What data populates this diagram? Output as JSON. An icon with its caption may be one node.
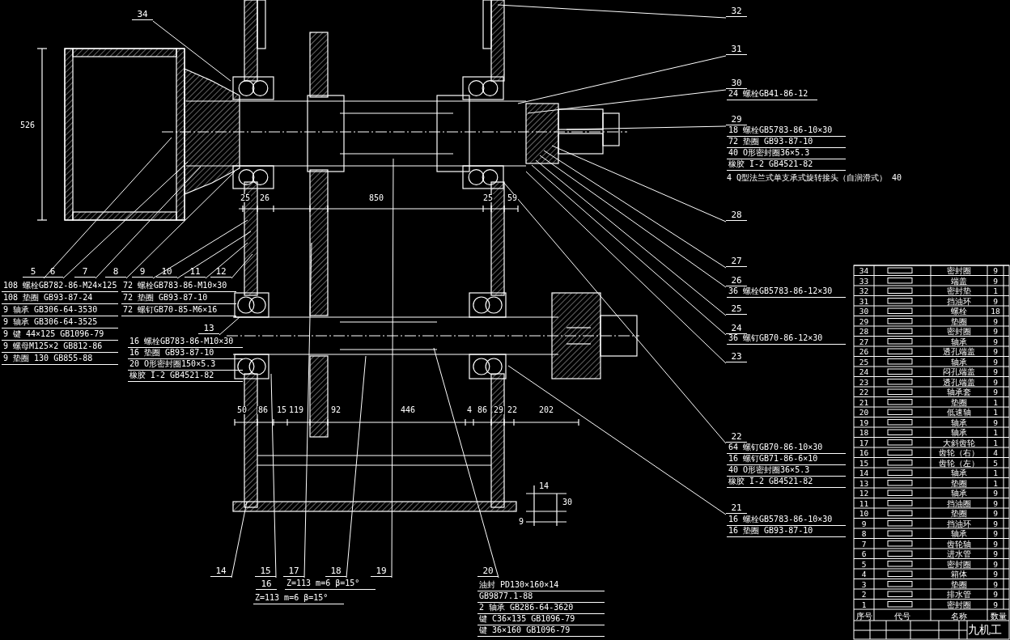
{
  "diagram": {
    "nodes": [
      {
        "text": [
          "34"
        ]
      },
      {
        "text": [
          "32"
        ]
      },
      {
        "text": [
          "31"
        ]
      },
      {
        "text": [
          "30"
        ]
      },
      {
        "text": [
          "29"
        ]
      },
      {
        "text": [
          "28"
        ]
      },
      {
        "text": [
          "27"
        ]
      },
      {
        "text": [
          "26"
        ]
      },
      {
        "text": [
          "25"
        ]
      },
      {
        "text": [
          "24"
        ]
      },
      {
        "text": [
          "23"
        ]
      },
      {
        "text": [
          "22"
        ]
      },
      {
        "text": [
          "21"
        ]
      },
      {
        "text": [
          "5"
        ]
      },
      {
        "text": [
          "6"
        ]
      },
      {
        "text": [
          "7"
        ]
      },
      {
        "text": [
          "8"
        ]
      },
      {
        "text": [
          "9"
        ]
      },
      {
        "text": [
          "10"
        ]
      },
      {
        "text": [
          "11"
        ]
      },
      {
        "text": [
          "12"
        ]
      },
      {
        "text": [
          "13"
        ]
      },
      {
        "text": [
          "14"
        ]
      },
      {
        "text": [
          "15"
        ]
      },
      {
        "text": [
          "17"
        ]
      },
      {
        "text": [
          "18"
        ]
      },
      {
        "text": [
          "19"
        ]
      },
      {
        "text": [
          "20"
        ]
      }
    ],
    "edges": [
      {
        "from": 0,
        "to": null,
        "arrow": "none"
      },
      {
        "from": 1,
        "to": null,
        "arrow": "none"
      },
      {
        "from": 2,
        "to": null,
        "arrow": "none"
      },
      {
        "from": 3,
        "to": null,
        "arrow": "none"
      },
      {
        "from": 4,
        "to": null,
        "arrow": "none"
      },
      {
        "from": 5,
        "to": null,
        "arrow": "none"
      },
      {
        "from": 6,
        "to": null,
        "arrow": "none"
      },
      {
        "from": 7,
        "to": null,
        "arrow": "none"
      },
      {
        "from": 8,
        "to": null,
        "arrow": "none"
      },
      {
        "from": 9,
        "to": null,
        "arrow": "none"
      },
      {
        "from": 10,
        "to": null,
        "arrow": "none"
      },
      {
        "from": 11,
        "to": null,
        "arrow": "none"
      },
      {
        "from": 12,
        "to": null,
        "arrow": "none"
      },
      {
        "from": 13,
        "to": null,
        "arrow": "none"
      },
      {
        "from": 14,
        "to": null,
        "arrow": "none"
      },
      {
        "from": 15,
        "to": null,
        "arrow": "none"
      },
      {
        "from": 16,
        "to": null,
        "arrow": "none"
      },
      {
        "from": 17,
        "to": null,
        "arrow": "none"
      },
      {
        "from": 18,
        "to": null,
        "arrow": "none"
      },
      {
        "from": 19,
        "to": null,
        "arrow": "none"
      },
      {
        "from": 20,
        "to": null,
        "arrow": "none"
      },
      {
        "from": 21,
        "to": null,
        "arrow": "none"
      },
      {
        "from": 22,
        "to": null,
        "arrow": "none"
      },
      {
        "from": 23,
        "to": null,
        "arrow": "none"
      },
      {
        "from": 24,
        "to": null,
        "arrow": "none"
      },
      {
        "from": 25,
        "to": null,
        "arrow": "none"
      },
      {
        "from": 26,
        "to": null,
        "arrow": "none"
      },
      {
        "from": 27,
        "to": null,
        "arrow": "none"
      }
    ],
    "labels": [
      "108 螺栓GB782-86-M24×125",
      "108 垫圈 GB93-87-24",
      "9 轴承 GB306-64-3530",
      "9 轴承 GB306-64-3525",
      "9 键 44×125 GB1096-79",
      "9 螺母M125×2 GB812-86",
      "9 垫圈 130 GB855-88",
      "72 螺栓GB783-86-M10×30",
      "72 垫圈 GB93-87-10",
      "72 螺钉GB70-85-M6×16",
      "16 螺栓GB783-86-M10×30",
      "16 垫圈 GB93-87-10",
      "20 O形密封圈150×5.3",
      "橡胶 I-2 GB4521-82",
      "24 螺栓GB41-86-12",
      "18 螺栓GB5783-86-10×30",
      "72 垫圈 GB93-87-10",
      "40 O形密封圈36×5.3",
      "橡胶 I-2 GB4521-82",
      "4 Q型法兰式单支承式旋转接头（自润滑式） 40",
      "36 螺栓GB5783-86-12×30",
      "36 螺钉GB70-86-12×30",
      "64 螺钉GB70-86-10×30",
      "16 螺钉GB71-86-6×10",
      "40 O形密封圈36×5.3",
      "橡胶 I-2 GB4521-82",
      "16 螺栓GB5783-86-10×30",
      "16 垫圈 GB93-87-10",
      "16",
      "Z=113 m=6 β=15°",
      "Z=113 m=6 β=15°",
      "油封 PD130×160×14",
      "GB9877.1-88",
      "2 轴承 GB286-64-3620",
      "键 C36×135 GB1096-79",
      "键 36×160 GB1096-79",
      "526",
      "25",
      "26",
      "850",
      "25",
      "59",
      "50",
      "86",
      "15",
      "119",
      "92",
      "446",
      "4",
      "86",
      "29",
      "22",
      "202",
      "14",
      "9",
      "30",
      "34",
      "密封圈",
      "9",
      "33",
      "端盖",
      "9",
      "32",
      "密封垫",
      "1",
      "31",
      "挡油环",
      "9",
      "30",
      "螺栓",
      "18",
      "29",
      "垫圈",
      "9",
      "28",
      "密封圈",
      "9",
      "27",
      "轴承",
      "9",
      "26",
      "透孔端盖",
      "9",
      "25",
      "轴承",
      "9",
      "24",
      "闷孔端盖",
      "9",
      "23",
      "透孔端盖",
      "9",
      "22",
      "轴承套",
      "9",
      "21",
      "垫圈",
      "1",
      "20",
      "低速轴",
      "1",
      "19",
      "轴承",
      "9",
      "18",
      "轴承",
      "1",
      "17",
      "大斜齿轮",
      "1",
      "16",
      "齿轮（右）",
      "4",
      "15",
      "齿轮（左）",
      "5",
      "14",
      "轴承",
      "1",
      "13",
      "垫圈",
      "1",
      "12",
      "轴承",
      "9",
      "11",
      "挡油圈",
      "9",
      "10",
      "垫圈",
      "9",
      "9",
      "挡油环",
      "9",
      "8",
      "轴承",
      "9",
      "7",
      "齿轮轴",
      "9",
      "6",
      "进水管",
      "9",
      "5",
      "密封圈",
      "9",
      "4",
      "箱体",
      "9",
      "3",
      "垫圈",
      "9",
      "2",
      "排水管",
      "9",
      "1",
      "密封圈",
      "9",
      "序号",
      "代号",
      "名称",
      "数量",
      "九机工"
    ]
  }
}
